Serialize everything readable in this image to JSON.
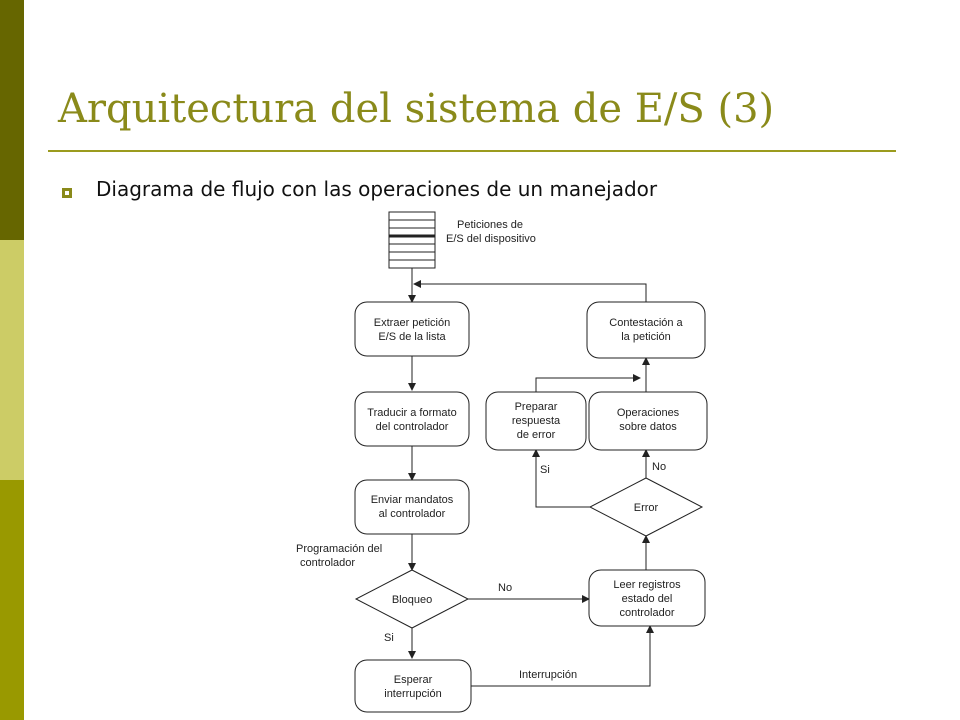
{
  "slide": {
    "title": "Arquitectura del sistema de E/S (3)",
    "bullet": "Diagrama de flujo con las operaciones de un manejador"
  },
  "theme": {
    "bar_dark": "#666600",
    "bar_light": "#cccc66",
    "bar_mid": "#999900",
    "title_color": "#8a8a1a"
  },
  "diagram": {
    "queue_label": [
      "Peticiones de",
      "E/S del dispositivo"
    ],
    "extract": [
      "Extraer petición",
      "E/S de la lista"
    ],
    "translate": [
      "Traducir a formato",
      "del controlador"
    ],
    "send": [
      "Enviar mandatos",
      "al controlador"
    ],
    "programming_label": [
      "Programación del",
      "controlador"
    ],
    "block_decision": "Bloqueo",
    "block_no": "No",
    "block_yes": "Si",
    "wait": [
      "Esperar",
      "interrupción"
    ],
    "interrupt_label": "Interrupción",
    "read_regs": [
      "Leer registros",
      "estado del",
      "controlador"
    ],
    "error_decision": "Error",
    "error_yes": "Si",
    "error_no": "No",
    "prepare": [
      "Preparar",
      "respuesta",
      "de error"
    ],
    "operations": [
      "Operaciones",
      "sobre datos"
    ],
    "reply": [
      "Contestación a",
      "la petición"
    ]
  }
}
